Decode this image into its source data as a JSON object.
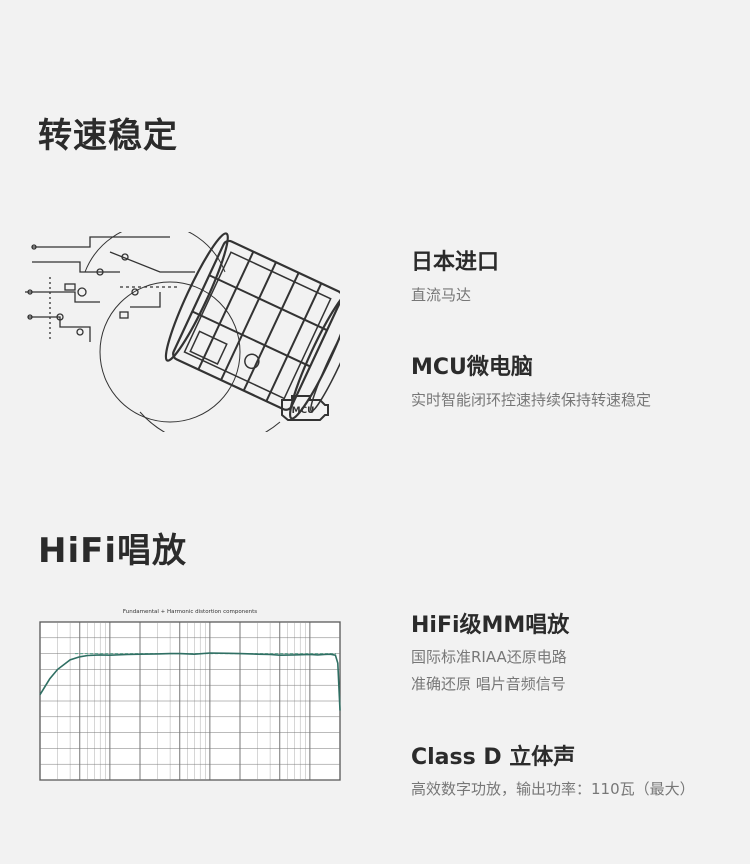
{
  "sections": [
    {
      "title": "转速稳定",
      "features": [
        {
          "title": "日本进口",
          "desc": [
            "直流马达"
          ]
        },
        {
          "title": "MCU微电脑",
          "desc": [
            "实时智能闭环控速持续保持转速稳定"
          ]
        }
      ],
      "illustration": {
        "badge": "MCU"
      }
    },
    {
      "title": "HiFi唱放",
      "features": [
        {
          "title": "HiFi级MM唱放",
          "desc": [
            "国际标准RIAA还原电路",
            "准确还原 唱片音频信号"
          ]
        },
        {
          "title": "Class D 立体声",
          "desc": [
            "高效数字功放，输出功率：110瓦（最大）"
          ]
        }
      ]
    }
  ],
  "chart_data": {
    "type": "line",
    "title": "Fundamental + Harmonic distortion components",
    "x_scale": "log",
    "xlim": [
      20,
      20000
    ],
    "ylim": [
      -40,
      10
    ],
    "grid": true,
    "series": [
      {
        "x": [
          20,
          25,
          30,
          40,
          50,
          60,
          80,
          100,
          150,
          200,
          300,
          400,
          500,
          700,
          1000,
          1500,
          2000,
          3000,
          4000,
          5000,
          7000,
          10000,
          12000,
          14000,
          16000,
          18000,
          19000,
          20000
        ],
        "y": [
          -13,
          -8,
          -5,
          -2,
          -1,
          -0.6,
          -0.4,
          -0.5,
          -0.3,
          -0.2,
          -0.1,
          0,
          0,
          -0.2,
          0.2,
          0.1,
          0,
          -0.2,
          -0.3,
          -0.5,
          -0.4,
          -0.3,
          -0.4,
          -0.3,
          -0.2,
          -0.5,
          -3,
          -18
        ]
      }
    ],
    "reference_level": 0
  }
}
